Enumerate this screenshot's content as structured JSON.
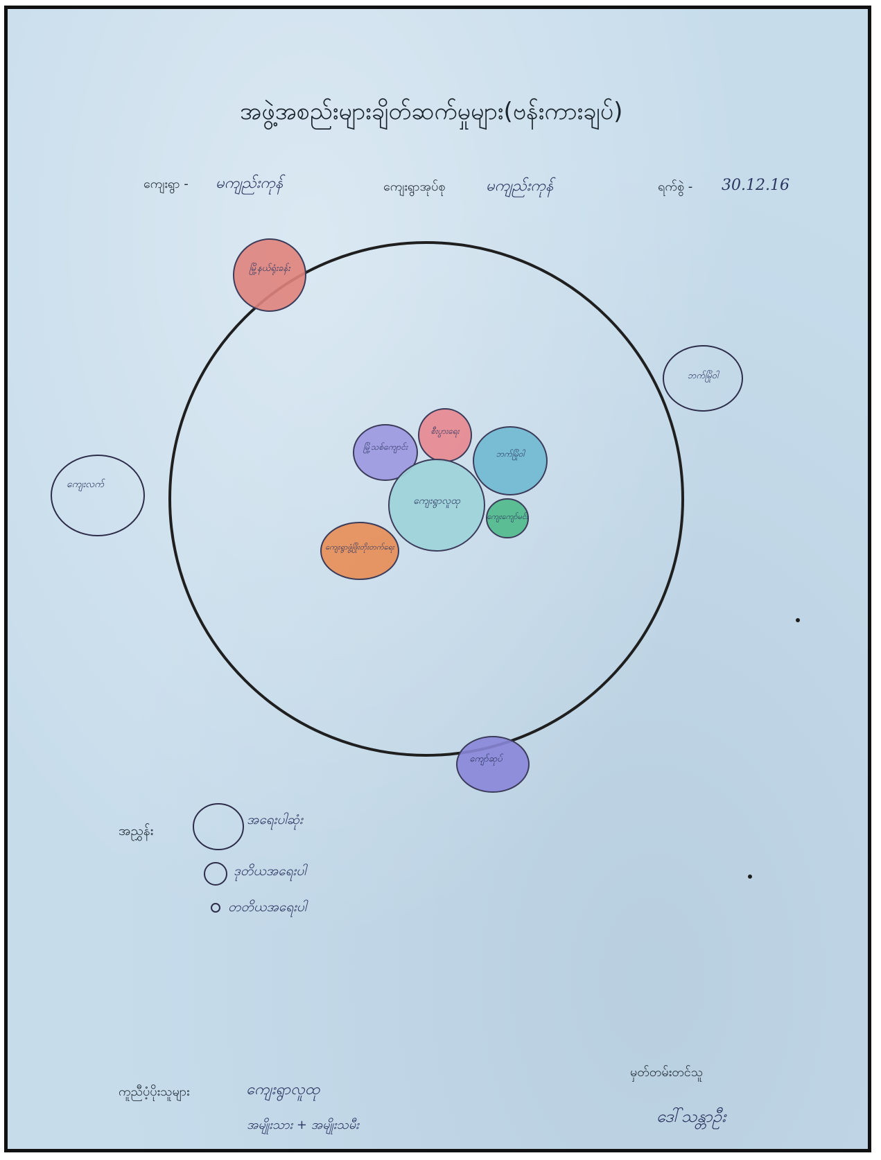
{
  "title": "အဖွဲ့အစည်းများချိတ်ဆက်မှုများ(ဗန်းကားချပ်)",
  "header": {
    "village_label": "ကျေးရွာ -",
    "village_value": "မကျည်းကုန်",
    "village_tract_label": "ကျေးရွာအုပ်စု",
    "village_tract_value": "မကျည်းကုန်",
    "date_label": "ရက်စွဲ -",
    "date_value": "30.12.16"
  },
  "diagram": {
    "outer_circle": {
      "stroke": "#1f1f1f"
    },
    "inner_bubbles": [
      {
        "id": "center",
        "label": "ကျေးရွာလူထု",
        "color": "#9fd3da",
        "size": "large"
      },
      {
        "id": "top-left",
        "label": "မြို့သစ်ကျောင်း",
        "color": "#9b97e0",
        "size": "medium"
      },
      {
        "id": "top",
        "label": "စီးပွားရေး",
        "color": "#e8878f",
        "size": "medium"
      },
      {
        "id": "right",
        "label": "ဘက်မြိုဝါ",
        "color": "#6fb9d2",
        "size": "medium"
      },
      {
        "id": "green",
        "label": "ကျေးကျော်မင်း",
        "color": "#4fb98a",
        "size": "small"
      },
      {
        "id": "orange",
        "label": "ကျေးရွာဖွံ့ဖြိုးတိုးတက်ရေး",
        "color": "#e88d55",
        "size": "medium"
      }
    ],
    "outer_bubbles": [
      {
        "id": "red-top",
        "label": "မြို့နယ်ရုံးခန်း",
        "color": "#e0837c"
      },
      {
        "id": "right-outline",
        "label": "ဘက်မြိုဝါ",
        "color": "none"
      },
      {
        "id": "left-outline",
        "label": "ကျေးလက်",
        "color": "none"
      },
      {
        "id": "purple-bottom",
        "label": "ကျော်ဆုပ်",
        "color": "#8a86d8"
      }
    ]
  },
  "legend": {
    "label": "အညွှန်း",
    "items": [
      {
        "size": "large",
        "text": "အရေးပါဆုံး"
      },
      {
        "size": "medium",
        "text": "ဒုတိယအရေးပါ"
      },
      {
        "size": "small",
        "text": "တတိယအရေးပါ"
      }
    ]
  },
  "footer": {
    "participants_label": "ကူညီပံ့ပိုးသူများ",
    "participants_value": "ကျေးရွာလူထု",
    "participants_note": "အမျိုးသား + အမျိုးသမီး",
    "recorder_label": "မှတ်တမ်းတင်သူ",
    "recorder_value": "ဒေါ်သန္တာဦး"
  }
}
